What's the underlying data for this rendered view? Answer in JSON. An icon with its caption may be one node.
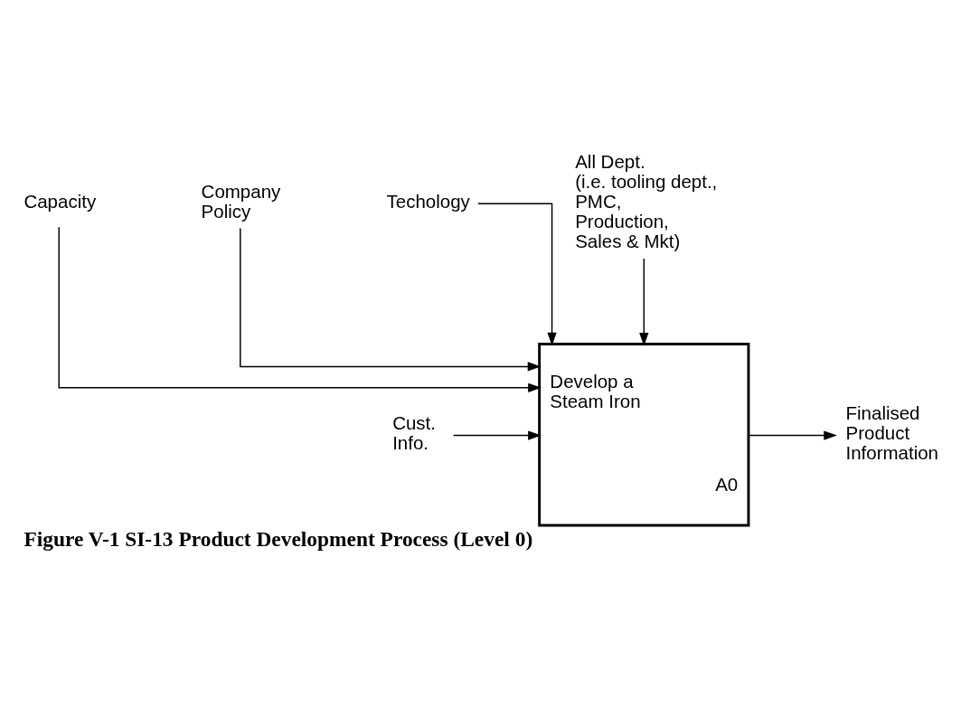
{
  "diagram": {
    "caption": "Figure V-1 SI-13 Product Development Process (Level 0)",
    "nodes": [
      {
        "text": [
          "Develop a Steam Iron",
          "A0"
        ]
      },
      {
        "text": [
          "Capacity"
        ]
      },
      {
        "text": [
          "Company Policy"
        ]
      },
      {
        "text": [
          "Techology"
        ]
      },
      {
        "text": [
          "Cust. Info."
        ]
      },
      {
        "text": [
          "Finalised Product Information"
        ]
      },
      {
        "text": [
          "All Dept. (i.e. tooling dept., PMC, Production, Sales & Mkt)"
        ]
      }
    ],
    "edges": [
      {
        "from": 1,
        "to": 0,
        "arrow": "to"
      },
      {
        "from": 2,
        "to": 0,
        "arrow": "to"
      },
      {
        "from": 3,
        "to": 0,
        "arrow": "to"
      },
      {
        "from": 4,
        "to": 0,
        "arrow": "to"
      },
      {
        "from": 0,
        "to": 5,
        "arrow": "to"
      },
      {
        "from": 6,
        "to": 0,
        "arrow": "to"
      }
    ]
  }
}
